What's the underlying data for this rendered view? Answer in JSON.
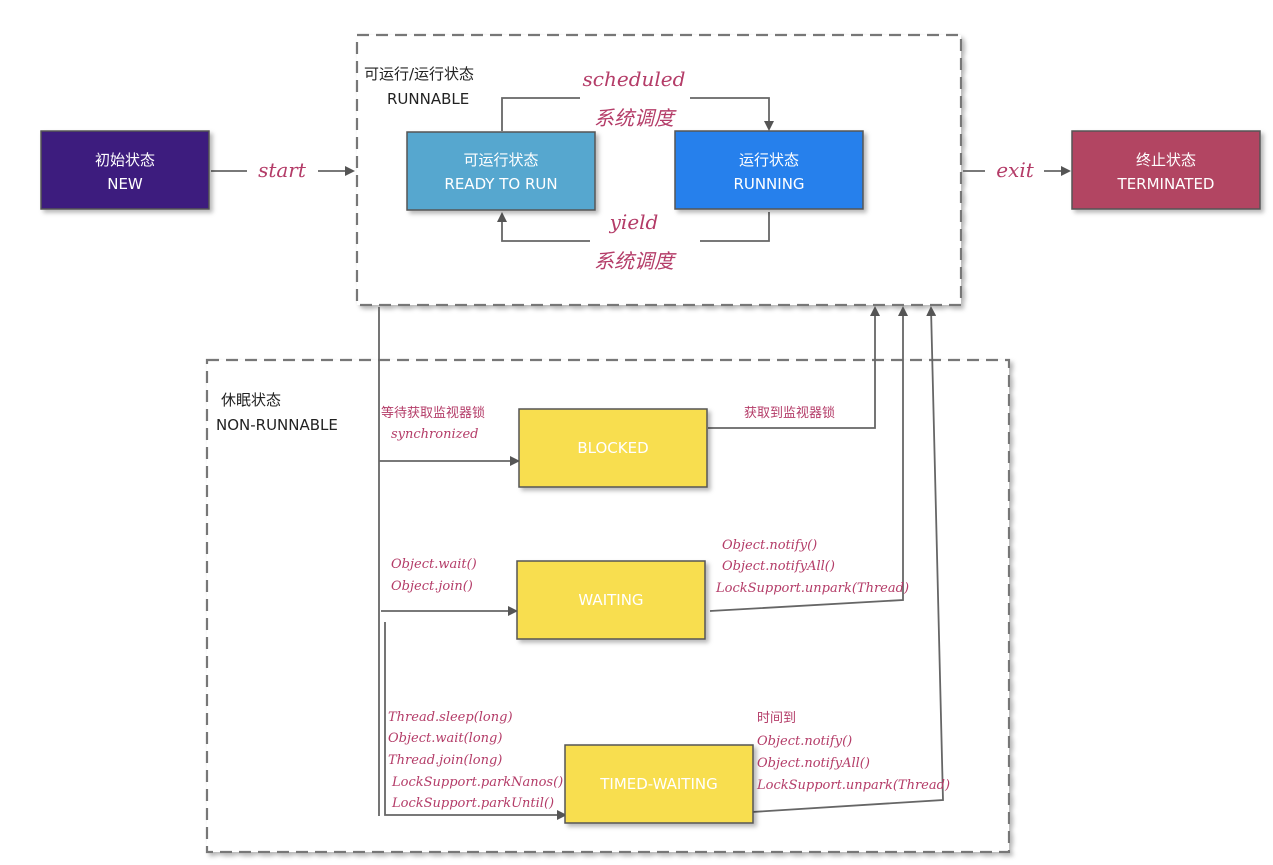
{
  "groups": {
    "runnable": {
      "title_cn": "可运行/运行状态",
      "title_en": "RUNNABLE"
    },
    "non_runnable": {
      "title_cn": "休眠状态",
      "title_en": "NON-RUNNABLE"
    }
  },
  "states": {
    "new": {
      "cn": "初始状态",
      "en": "NEW",
      "color": "#3d1a7e"
    },
    "ready": {
      "cn": "可运行状态",
      "en": "READY TO RUN",
      "color": "#56a7cf"
    },
    "running": {
      "cn": "运行状态",
      "en": "RUNNING",
      "color": "#2780ec"
    },
    "terminated": {
      "cn": "终止状态",
      "en": "TERMINATED",
      "color": "#b24562"
    },
    "blocked": {
      "en": "BLOCKED",
      "color": "#f8de4f"
    },
    "waiting": {
      "en": "WAITING",
      "color": "#f8de4f"
    },
    "timed_waiting": {
      "en": "TIMED-WAITING",
      "color": "#f8de4f"
    }
  },
  "edges": {
    "start": "start",
    "exit": "exit",
    "scheduled": "scheduled",
    "scheduled_cn": "系统调度",
    "yield": "yield",
    "yield_cn": "系统调度",
    "to_blocked": [
      "等待获取监视器锁",
      "synchronized"
    ],
    "from_blocked": [
      "获取到监视器锁"
    ],
    "to_waiting": [
      "Object.wait()",
      "Object.join()"
    ],
    "from_waiting": [
      "Object.notify()",
      "Object.notifyAll()",
      "LockSupport.unpark(Thread)"
    ],
    "to_timed_waiting": [
      "Thread.sleep(long)",
      "Object.wait(long)",
      "Thread.join(long)",
      "LockSupport.parkNanos()",
      "LockSupport.parkUntil()"
    ],
    "from_timed_waiting": [
      "时间到",
      "Object.notify()",
      "Object.notifyAll()",
      "LockSupport.unpark(Thread)"
    ]
  },
  "colors": {
    "edge_label": "#b43c68",
    "connector": "#666666"
  }
}
